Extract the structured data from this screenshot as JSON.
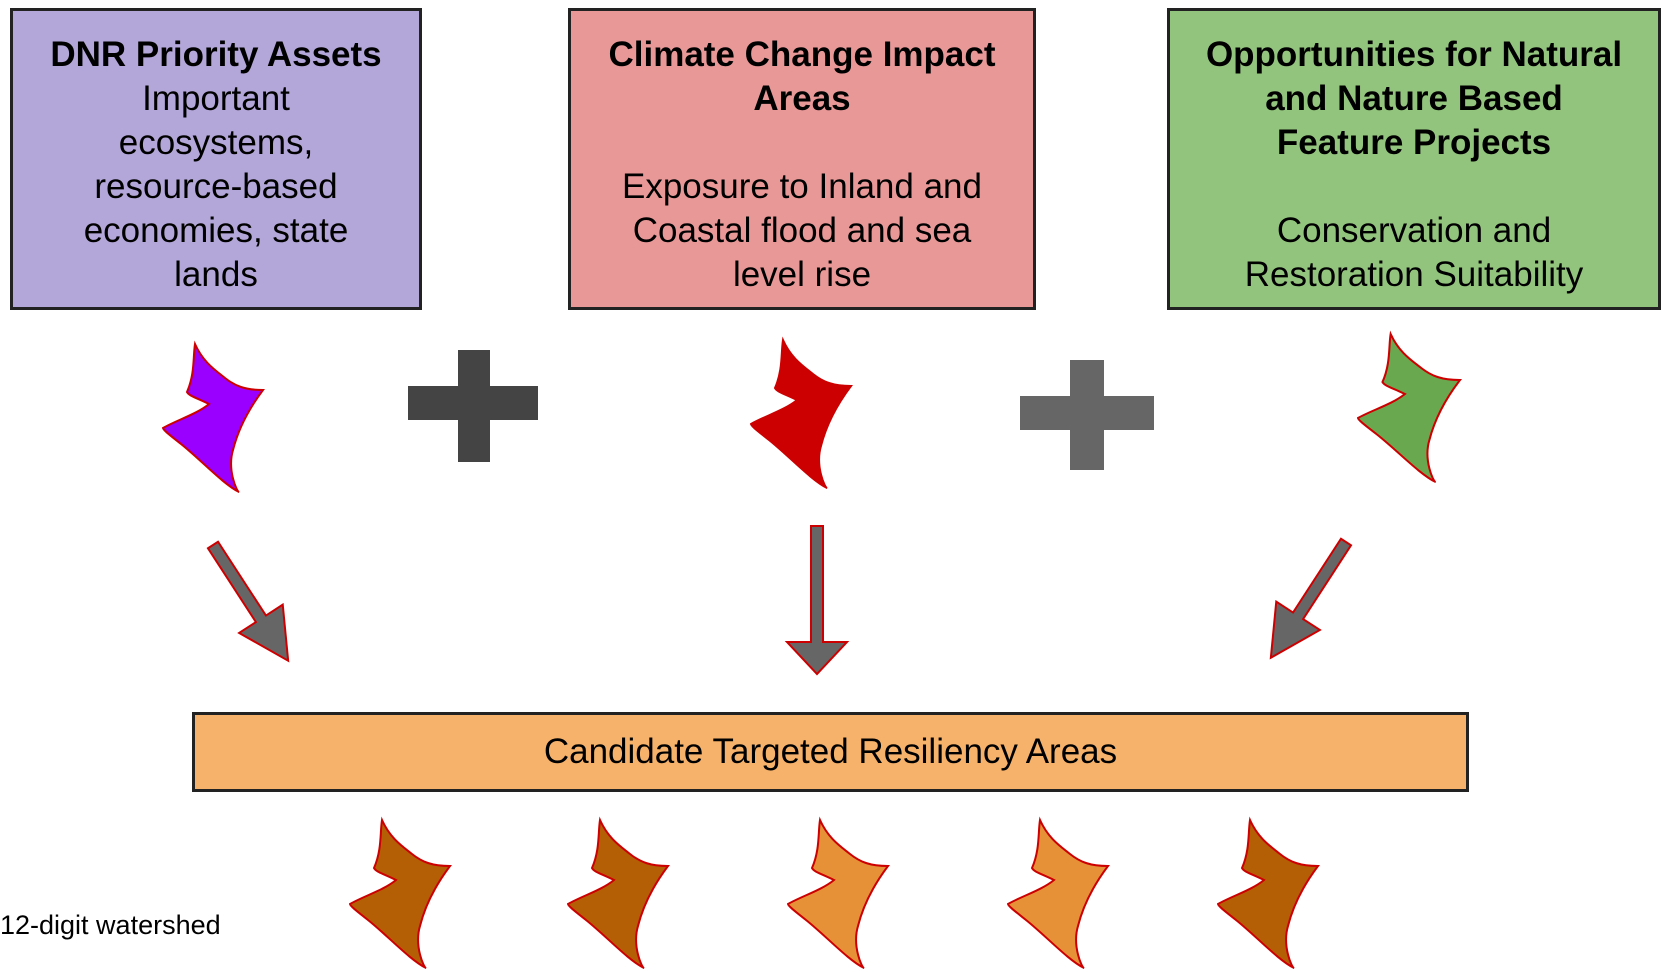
{
  "boxes": {
    "assets": {
      "title": "DNR Priority Assets",
      "lines": [
        "Important",
        "ecosystems,",
        "resource-based",
        "economies, state",
        "lands"
      ]
    },
    "climate": {
      "title_lines": [
        "Climate Change Impact",
        "Areas"
      ],
      "lines": [
        "Exposure to Inland and",
        "Coastal flood and sea",
        "level rise"
      ]
    },
    "opportunities": {
      "title_lines": [
        "Opportunities for Natural",
        "and Nature Based",
        "Feature Projects"
      ],
      "lines": [
        "Conservation and",
        "Restoration Suitability"
      ]
    }
  },
  "result": {
    "label": "Candidate Targeted Resiliency Areas"
  },
  "footnote": "12-digit watershed",
  "colors": {
    "assets_box": "#b3a6d8",
    "climate_box": "#e99898",
    "opportunities_box": "#93c47d",
    "candidate_box": "#f6b26b",
    "assets_shape": "#9900ff",
    "climate_shape": "#cc0000",
    "opportunities_shape": "#6aa84f",
    "candidate_shape_dark": "#b45f06",
    "candidate_shape_light": "#e69138",
    "plus": "#444444",
    "arrow": "#666666"
  }
}
